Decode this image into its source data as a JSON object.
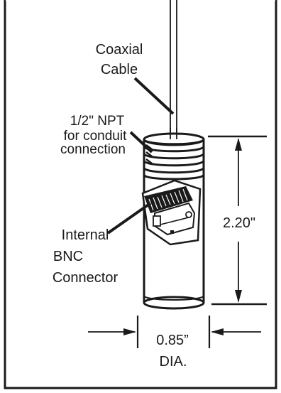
{
  "labels": {
    "cable_line1": "Coaxial",
    "cable_line2": "Cable",
    "thread_line1": "1/2\" NPT",
    "thread_line2": "for conduit",
    "thread_line3": "connection",
    "bnc_line1": "Internal",
    "bnc_line2": "BNC",
    "bnc_line3": "Connector",
    "height_dim": "2.20\"",
    "dia_line1": "0.85”",
    "dia_line2": "DIA."
  },
  "colors": {
    "line": "#1a1a1a",
    "background": "#ffffff"
  }
}
